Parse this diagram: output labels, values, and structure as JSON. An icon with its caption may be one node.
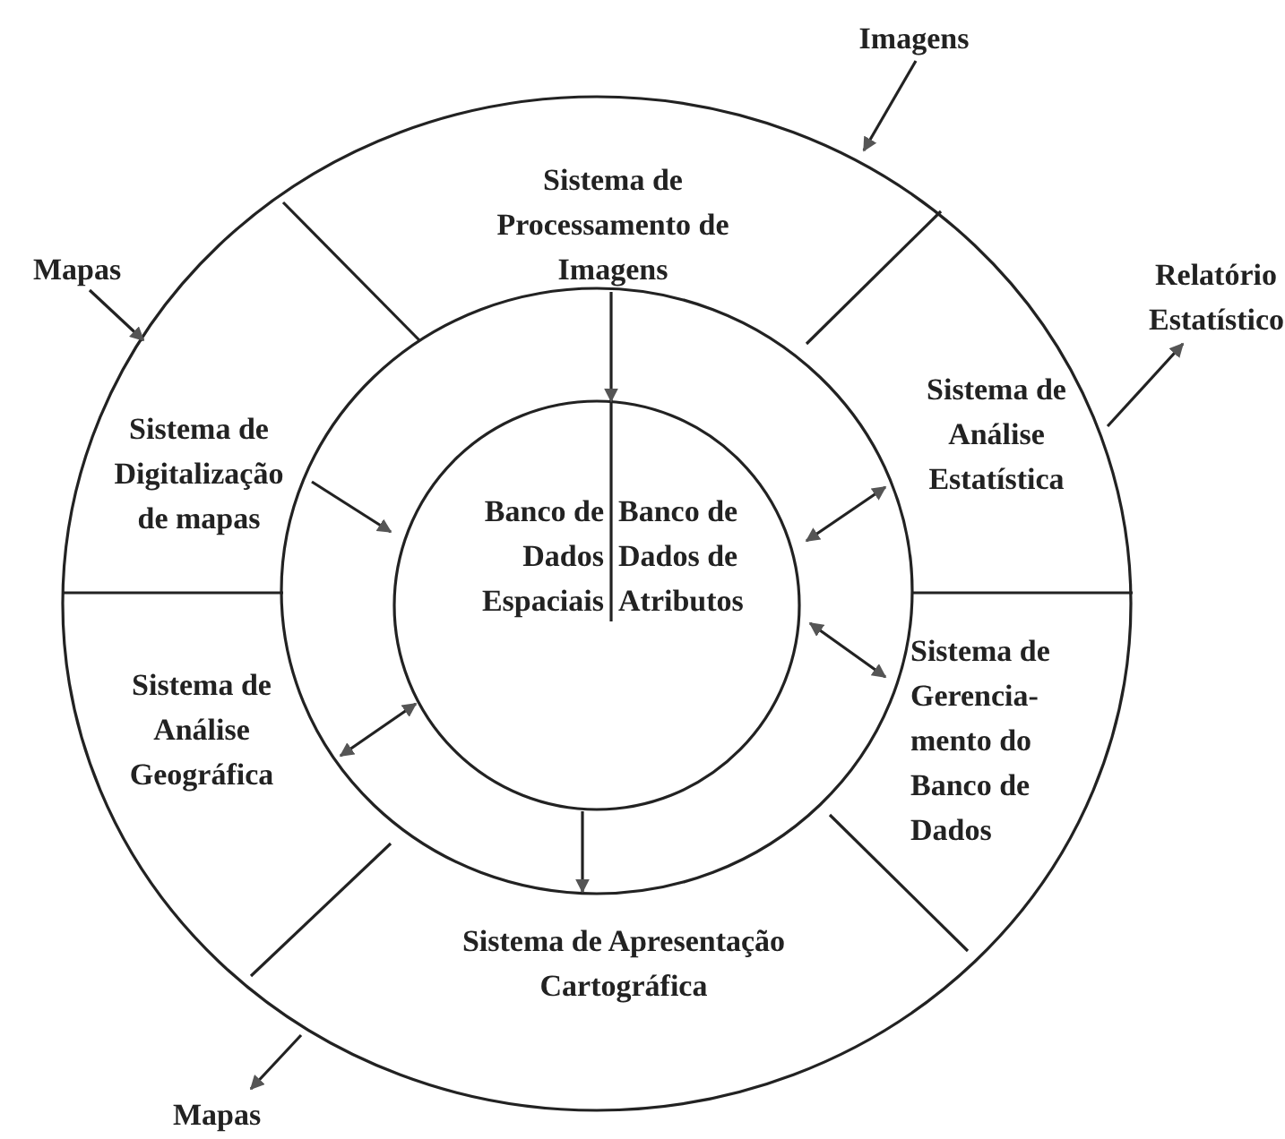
{
  "diagram": {
    "nodes": [
      {
        "text": [
          "Imagens"
        ]
      },
      {
        "text": [
          "Mapas"
        ]
      },
      {
        "text": [
          "Relatório Estatístico"
        ]
      },
      {
        "text": [
          "Mapas"
        ]
      },
      {
        "text": [],
        "shape": "circle"
      },
      {
        "text": [
          "Sistema de Processamento de Imagens"
        ],
        "in": 4
      },
      {
        "text": [
          "Sistema de Digitalização de mapas"
        ],
        "in": 4
      },
      {
        "text": [
          "Sistema de Análise Estatística"
        ],
        "in": 4
      },
      {
        "text": [
          "Sistema de Análise Geográfica"
        ],
        "in": 4
      },
      {
        "text": [
          "Sistema de Gerencia- mento do Banco de Dados"
        ],
        "in": 4
      },
      {
        "text": [
          "Sistema de Apresentação Cartográfica"
        ],
        "in": 4
      },
      {
        "text": [],
        "shape": "circle",
        "in": 4
      },
      {
        "text": [
          "Banco de Dados Espaciais"
        ],
        "in": 11
      },
      {
        "text": [
          "Banco de Dados de Atributos"
        ],
        "in": 11
      }
    ],
    "edges": [
      {
        "from": 0,
        "to": 4,
        "arrow": "to"
      },
      {
        "from": 1,
        "to": 4,
        "arrow": "to"
      },
      {
        "from": 4,
        "to": 2,
        "arrow": "to"
      },
      {
        "from": 4,
        "to": 3,
        "arrow": "to"
      },
      {
        "from": 5,
        "to": 11,
        "arrow": "to"
      },
      {
        "from": 6,
        "to": 11,
        "arrow": "to"
      },
      {
        "from": 7,
        "to": 11,
        "arrow": "both"
      },
      {
        "from": 8,
        "to": 11,
        "arrow": "both"
      },
      {
        "from": 9,
        "to": 11,
        "arrow": "both"
      },
      {
        "from": 11,
        "to": 10,
        "arrow": "to"
      }
    ]
  }
}
